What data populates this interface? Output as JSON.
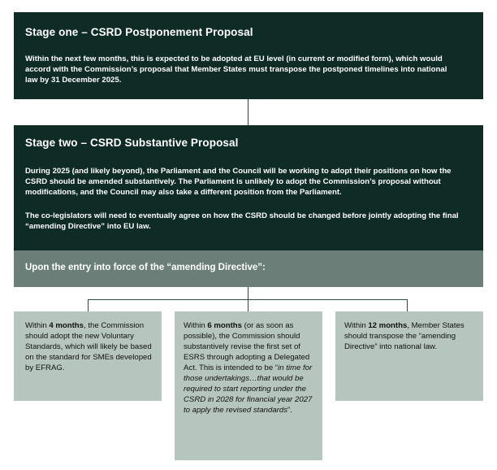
{
  "stage_one": {
    "title": "Stage one – CSRD Postponement Proposal",
    "body": "Within the next few months, this is expected to be adopted at EU level (in current or modified form), which would accord with the Commission’s proposal that Member States must transpose the postponed timelines into national law by 31 December 2025."
  },
  "stage_two": {
    "title": "Stage two – CSRD Substantive Proposal",
    "para1": "During 2025 (and likely beyond), the Parliament and the Council will be working to adopt their positions on how the CSRD should be amended substantively. The Parliament is unlikely to adopt the Commission’s proposal without modifications, and the Council may also take a different position from the Parliament.",
    "para2": "The co-legislators will need to eventually agree on how the CSRD should be changed before jointly adopting the final “amending Directive” into EU law."
  },
  "entry_banner": {
    "text": "Upon the entry into force of the “amending Directive”:"
  },
  "boxes": [
    {
      "prefix": "Within ",
      "period": "4 months",
      "suffix": ", the Commission should adopt the new Voluntary Standards, which will likely be based on the standard for SMEs developed by EFRAG."
    },
    {
      "prefix": "Within ",
      "period": "6 months",
      "suffix": " (or as soon as possible), the Commission should substantively revise the first set of ESRS through adopting a Delegated Act. This is intended to be “",
      "quote": "in time for those undertakings…that would be required to start reporting under the CSRD in 2028 for financial year 2027 to apply the revised standards",
      "end": "”."
    },
    {
      "prefix": "Within ",
      "period": "12 months",
      "suffix": ", Member States should transpose the “amending Directive” into national law."
    }
  ],
  "colors": {
    "dark_green": "#0f2b26",
    "banner_gray_green": "#6b7f78",
    "box_sage": "#b6c5bd"
  }
}
